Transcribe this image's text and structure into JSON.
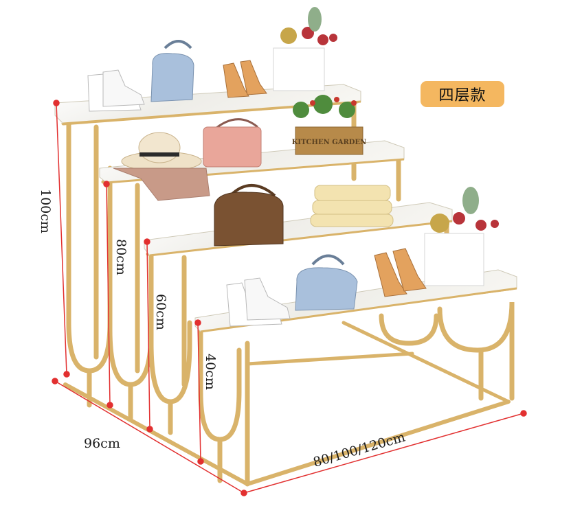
{
  "badge": {
    "label": "四层款",
    "color": "#f4b760"
  },
  "dimensions": {
    "h100": "100cm",
    "h80": "80cm",
    "h60": "60cm",
    "h40": "40cm",
    "depth": "96cm",
    "width": "80/100/120cm"
  },
  "props": {
    "crate_label": "KITCHEN GARDEN"
  },
  "colors": {
    "gold": "#d9b36a",
    "measure_red": "#e23030",
    "marble": "#f3f2ee"
  }
}
